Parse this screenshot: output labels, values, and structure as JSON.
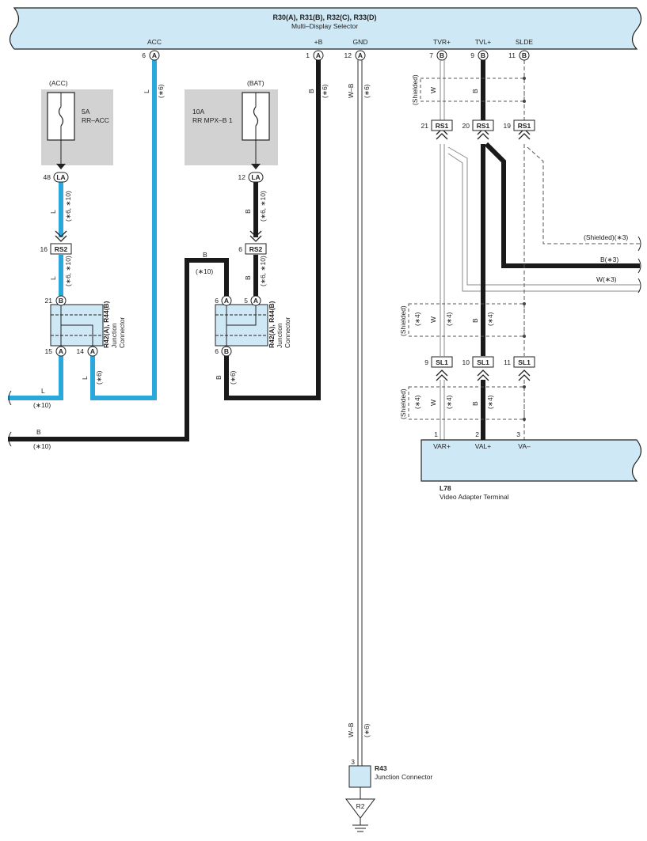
{
  "colors": {
    "connector_fill": "#cfe8f5",
    "fuse_box_fill": "#d2d2d2",
    "wire_blue": "#2aa8dc",
    "wire_black": "#1a1a1a",
    "wire_white_outline": "#8a8a8a",
    "shield_line": "#555555"
  },
  "top_component": {
    "codes_a": "R30(A), R31(B), R32(C), R33(D)",
    "name": "Multi–Display Selector",
    "pins": [
      {
        "label": "ACC",
        "num": "6",
        "con": "A"
      },
      {
        "label": "+B",
        "num": "1",
        "con": "A"
      },
      {
        "label": "GND",
        "num": "12",
        "con": "A"
      },
      {
        "label": "TVR+",
        "num": "7",
        "con": "B"
      },
      {
        "label": "TVL+",
        "num": "9",
        "con": "B"
      },
      {
        "label": "SLDE",
        "num": "11",
        "con": "B"
      }
    ]
  },
  "fuse_acc": {
    "supply": "(ACC)",
    "rating": "5A",
    "name": "RR–ACC",
    "pin": "48",
    "con": "LA"
  },
  "fuse_bat": {
    "supply": "(BAT)",
    "rating": "10A",
    "name": "RR MPX–B 1",
    "pin": "12",
    "con": "LA"
  },
  "wire_labels": {
    "L": "L",
    "B": "B",
    "W": "W",
    "WB": "W–B",
    "n6": "(∗6)",
    "n6_10": "(∗6, ∗10)",
    "n10": "(∗10)",
    "n4": "(∗4)",
    "shielded": "(Shielded)",
    "shielded3": "(Shielded)(∗3)",
    "b3": "B(∗3)",
    "w3": "W(∗3)"
  },
  "rs2_left": {
    "num": "16",
    "con": "RS2"
  },
  "rs2_right": {
    "num": "6",
    "con": "RS2"
  },
  "junction_left": {
    "codes": "R42(A), R44(B)",
    "name_1": "Junction",
    "name_2": "Connector",
    "pins": [
      {
        "num": "21",
        "con": "B"
      },
      {
        "num": "15",
        "con": "A"
      },
      {
        "num": "14",
        "con": "A"
      }
    ]
  },
  "junction_right": {
    "codes": "R42(A), R44(B)",
    "name_1": "Junction",
    "name_2": "Connector",
    "pins": [
      {
        "num": "6",
        "con": "A"
      },
      {
        "num": "5",
        "con": "A"
      },
      {
        "num": "6",
        "con": "B"
      }
    ]
  },
  "rs1": [
    {
      "num": "21",
      "con": "RS1"
    },
    {
      "num": "20",
      "con": "RS1"
    },
    {
      "num": "19",
      "con": "RS1"
    }
  ],
  "sl1": [
    {
      "num": "9",
      "con": "SL1"
    },
    {
      "num": "10",
      "con": "SL1"
    },
    {
      "num": "11",
      "con": "SL1"
    }
  ],
  "bottom_component": {
    "code": "L78",
    "name": "Video Adapter Terminal",
    "pins": [
      {
        "num": "1",
        "label": "VAR+"
      },
      {
        "num": "2",
        "label": "VAL+"
      },
      {
        "num": "3",
        "label": "VA–"
      }
    ]
  },
  "r43": {
    "code": "R43",
    "name": "Junction Connector",
    "pin": "3"
  },
  "ground": {
    "label": "R2"
  }
}
